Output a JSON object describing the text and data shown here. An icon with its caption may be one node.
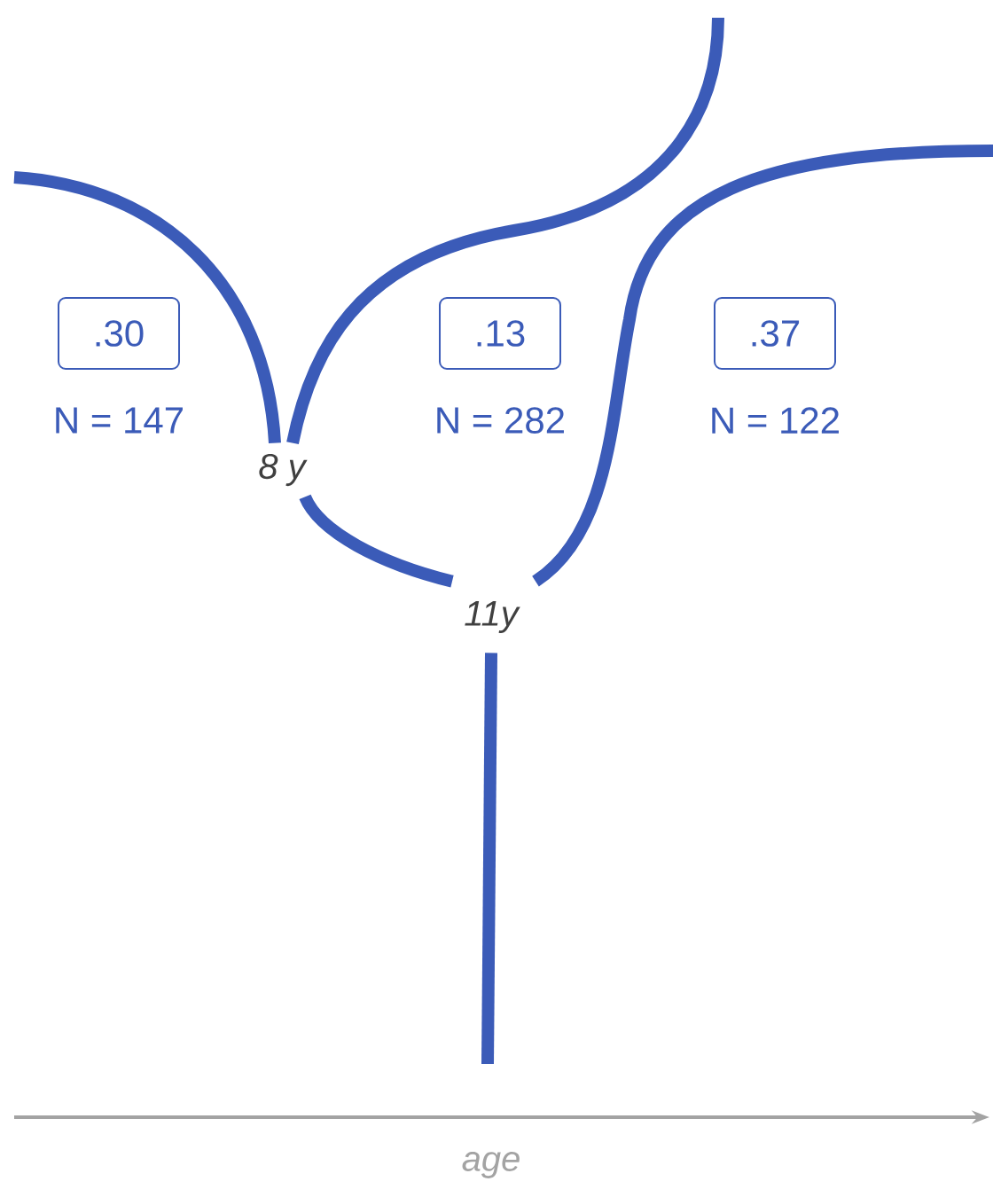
{
  "diagram": {
    "nodes": [
      {
        "text": [
          ".30"
        ],
        "beside": [
          "N = 147"
        ]
      },
      {
        "text": [
          ".13"
        ],
        "beside": [
          "N = 282"
        ]
      },
      {
        "text": [
          ".37"
        ],
        "beside": [
          "N = 122"
        ]
      },
      {
        "text": [
          "8 y"
        ]
      },
      {
        "text": [
          "11y"
        ]
      }
    ],
    "edges": [
      {
        "from": null,
        "to": 4,
        "arrow": "none"
      },
      {
        "from": 4,
        "to": 3,
        "arrow": "none"
      },
      {
        "from": 4,
        "to": null,
        "arrow": "none"
      },
      {
        "from": 3,
        "to": null,
        "arrow": "none"
      },
      {
        "from": 3,
        "to": null,
        "arrow": "none"
      }
    ],
    "labels": [
      "age"
    ]
  }
}
